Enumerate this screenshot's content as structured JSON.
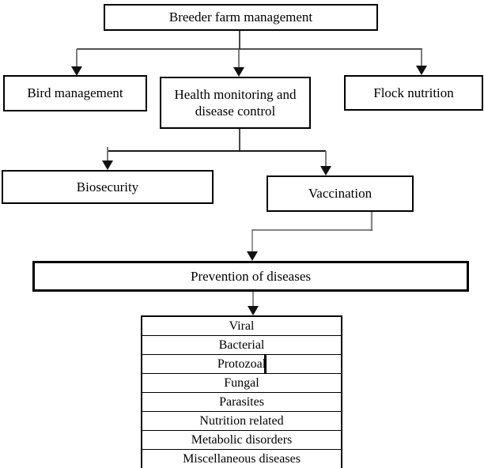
{
  "nodes": {
    "root": "Breeder farm management",
    "bird": "Bird management",
    "health": "Health monitoring and disease control",
    "flock": "Flock nutrition",
    "biosecurity": "Biosecurity",
    "vaccination": "Vaccination",
    "prevention": "Prevention of diseases"
  },
  "disease_list": {
    "rows": [
      "Viral",
      "Bacterial",
      "Protozoal",
      "Fungal",
      "Parasites",
      "Nutrition related",
      "Metabolic disorders",
      "Miscellaneous diseases"
    ]
  },
  "edges": [
    {
      "from": "Breeder farm management",
      "to": "Bird management"
    },
    {
      "from": "Breeder farm management",
      "to": "Health monitoring and disease control"
    },
    {
      "from": "Breeder farm management",
      "to": "Flock nutrition"
    },
    {
      "from": "Health monitoring and disease control",
      "to": "Biosecurity"
    },
    {
      "from": "Health monitoring and disease control",
      "to": "Vaccination"
    },
    {
      "from": "Vaccination",
      "to": "Prevention of diseases"
    },
    {
      "from": "Prevention of diseases",
      "to": "disease list"
    }
  ],
  "colors": {
    "background": "#ffffff",
    "border": "#000000",
    "text": "#000000",
    "line": "#1a1a1a",
    "elbow_line": "#8c8c8c",
    "arrowhead": "#111111"
  }
}
